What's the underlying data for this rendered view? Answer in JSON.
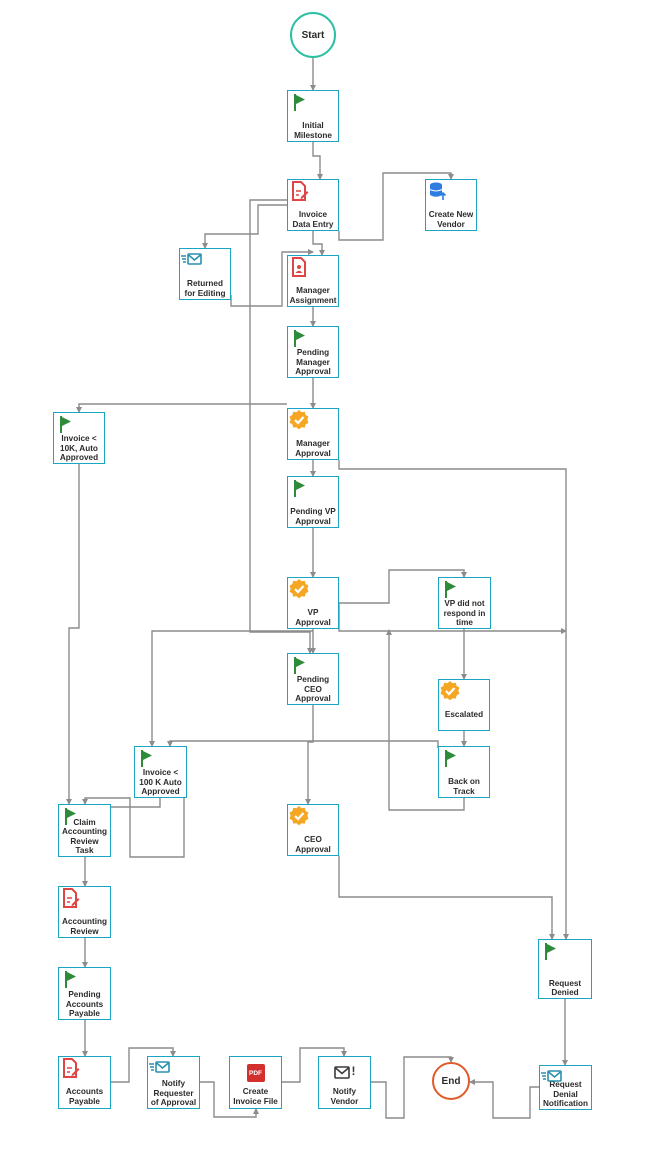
{
  "colors": {
    "node_border": "#1aa5c4",
    "connector": "#8c8c8c",
    "flag": "#2e8b3a",
    "doc_red": "#e04545",
    "approval_badge": "#f5a623",
    "start_border": "#2bbfa3",
    "end_border": "#e05a2a",
    "mail": "#2a8fb0",
    "vendor_db": "#2f7de1"
  },
  "start": {
    "label": "Start"
  },
  "end": {
    "label": "End"
  },
  "nodes": {
    "initial_milestone": {
      "label": "Initial Milestone",
      "icon": "flag-icon"
    },
    "invoice_data_entry": {
      "label": "Invoice Data Entry",
      "icon": "document-edit-icon"
    },
    "create_new_vendor": {
      "label": "Create New Vendor",
      "icon": "database-icon"
    },
    "returned_for_editing": {
      "label": "Returned for Editing",
      "icon": "mail-icon"
    },
    "manager_assignment": {
      "label": "Manager Assignment",
      "icon": "person-document-icon"
    },
    "pending_manager_approval": {
      "label": "Pending Manager Approval",
      "icon": "flag-icon"
    },
    "invoice_lt_10k": {
      "label": "Invoice < 10K, Auto Approved",
      "icon": "flag-icon"
    },
    "manager_approval": {
      "label": "Manager Approval",
      "icon": "approval-badge-icon"
    },
    "pending_vp_approval": {
      "label": "Pending VP Approval",
      "icon": "flag-icon"
    },
    "vp_approval": {
      "label": "VP Approval",
      "icon": "approval-badge-icon"
    },
    "vp_did_not_respond": {
      "label": "VP did not respond in time",
      "icon": "flag-icon"
    },
    "pending_ceo_approval": {
      "label": "Pending CEO Approval",
      "icon": "flag-icon"
    },
    "escalated": {
      "label": "Escalated",
      "icon": "approval-badge-icon"
    },
    "invoice_lt_100k": {
      "label": "Invoice < 100 K Auto Approved",
      "icon": "flag-icon"
    },
    "back_on_track": {
      "label": "Back on Track",
      "icon": "flag-icon"
    },
    "claim_accounting_review": {
      "label": "Claim Accounting Review Task",
      "icon": "flag-icon"
    },
    "ceo_approval": {
      "label": "CEO Approval",
      "icon": "approval-badge-icon"
    },
    "accounting_review": {
      "label": "Accounting Review",
      "icon": "document-edit-icon"
    },
    "request_denied": {
      "label": "Request Denied",
      "icon": "flag-icon"
    },
    "pending_accounts_payable": {
      "label": "Pending Accounts Payable",
      "icon": "flag-icon"
    },
    "accounts_payable": {
      "label": "Accounts Payable",
      "icon": "document-edit-icon"
    },
    "notify_requester": {
      "label": "Notify Requester of Approval",
      "icon": "mail-icon"
    },
    "create_invoice_file": {
      "label": "Create Invoice File",
      "icon": "pdf-icon"
    },
    "notify_vendor": {
      "label": "Notify Vendor",
      "icon": "mail-alert-icon"
    },
    "request_denial_notification": {
      "label": "Request Denial Notification",
      "icon": "mail-icon"
    }
  },
  "icon_text": {
    "pdf": "PDF",
    "alert": "!"
  }
}
